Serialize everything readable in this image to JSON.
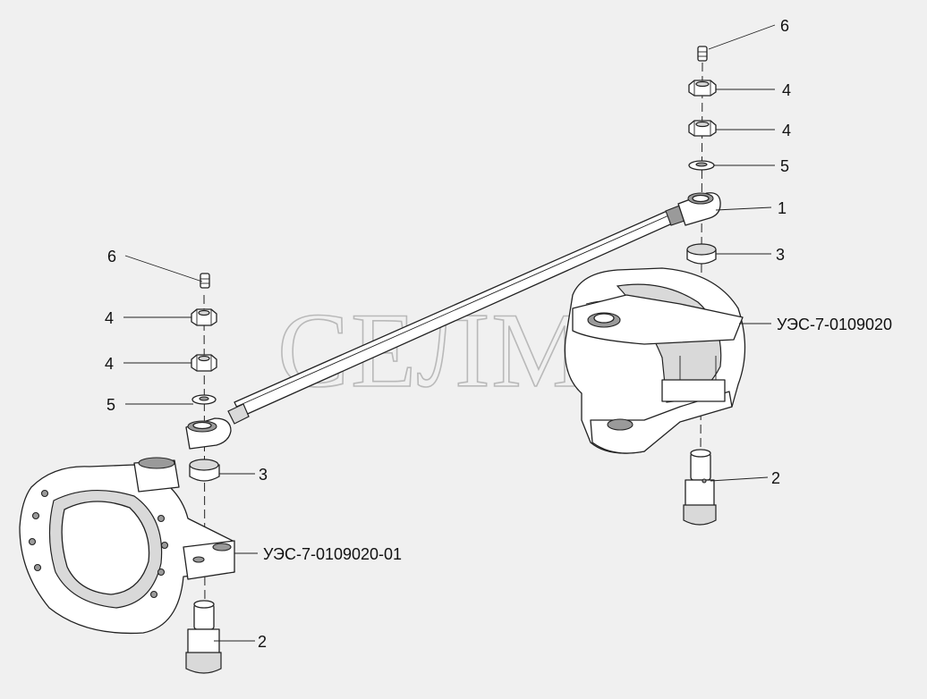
{
  "watermark": "СЕЛМ",
  "callouts": {
    "right_6": "6",
    "right_4a": "4",
    "right_4b": "4",
    "right_5": "5",
    "right_1": "1",
    "right_3": "3",
    "right_assembly": "УЭС-7-0109020",
    "right_2": "2",
    "left_6": "6",
    "left_4a": "4",
    "left_4b": "4",
    "left_5": "5",
    "left_3": "3",
    "left_assembly": "УЭС-7-0109020-01",
    "left_2": "2"
  },
  "icons": {
    "grease_nipple": "grease-nipple-icon",
    "hex_nut": "hex-nut-icon",
    "washer": "washer-icon",
    "bushing": "bushing-icon",
    "king_pin": "king-pin-icon"
  }
}
